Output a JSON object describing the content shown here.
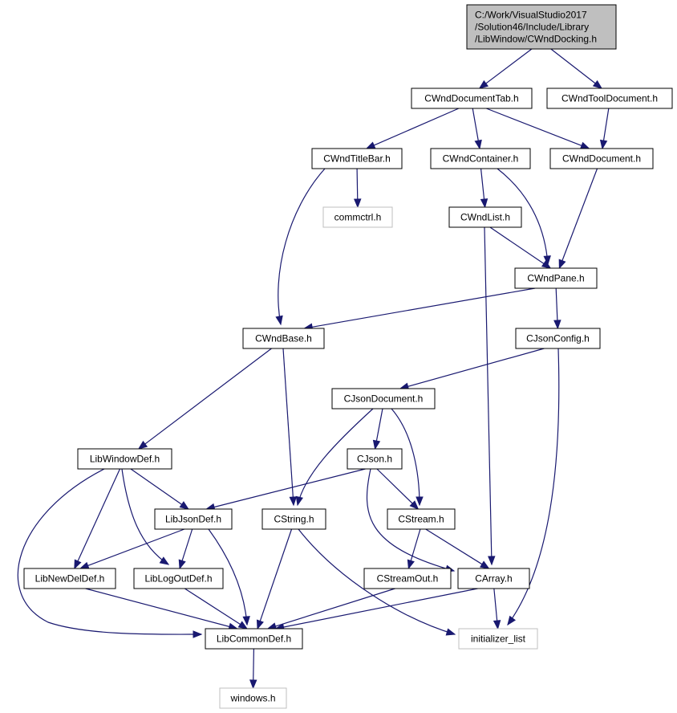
{
  "colors": {
    "edge": "#191970",
    "root_fill": "#bfbfbf",
    "node_fill": "#ffffff",
    "node_border": "#000000",
    "external_border": "#bfbfbf"
  },
  "nodes": [
    {
      "id": "root",
      "label": "C:/Work/VisualStudio2017\n/Solution46/Include/Library\n/LibWindow/CWndDocking.h",
      "kind": "root"
    },
    {
      "id": "CWndDocumentTab",
      "label": "CWndDocumentTab.h",
      "kind": "file"
    },
    {
      "id": "CWndToolDocument",
      "label": "CWndToolDocument.h",
      "kind": "file"
    },
    {
      "id": "CWndTitleBar",
      "label": "CWndTitleBar.h",
      "kind": "file"
    },
    {
      "id": "CWndContainer",
      "label": "CWndContainer.h",
      "kind": "file"
    },
    {
      "id": "CWndDocument",
      "label": "CWndDocument.h",
      "kind": "file"
    },
    {
      "id": "commctrl",
      "label": "commctrl.h",
      "kind": "external"
    },
    {
      "id": "CWndList",
      "label": "CWndList.h",
      "kind": "file"
    },
    {
      "id": "CWndPane",
      "label": "CWndPane.h",
      "kind": "file"
    },
    {
      "id": "CWndBase",
      "label": "CWndBase.h",
      "kind": "file"
    },
    {
      "id": "CJsonConfig",
      "label": "CJsonConfig.h",
      "kind": "file"
    },
    {
      "id": "CJsonDocument",
      "label": "CJsonDocument.h",
      "kind": "file"
    },
    {
      "id": "LibWindowDef",
      "label": "LibWindowDef.h",
      "kind": "file"
    },
    {
      "id": "CJson",
      "label": "CJson.h",
      "kind": "file"
    },
    {
      "id": "LibJsonDef",
      "label": "LibJsonDef.h",
      "kind": "file"
    },
    {
      "id": "CString",
      "label": "CString.h",
      "kind": "file"
    },
    {
      "id": "CStream",
      "label": "CStream.h",
      "kind": "file"
    },
    {
      "id": "LibNewDelDef",
      "label": "LibNewDelDef.h",
      "kind": "file"
    },
    {
      "id": "LibLogOutDef",
      "label": "LibLogOutDef.h",
      "kind": "file"
    },
    {
      "id": "CStreamOut",
      "label": "CStreamOut.h",
      "kind": "file"
    },
    {
      "id": "CArray",
      "label": "CArray.h",
      "kind": "file"
    },
    {
      "id": "LibCommonDef",
      "label": "LibCommonDef.h",
      "kind": "file"
    },
    {
      "id": "initializer_list",
      "label": "initializer_list",
      "kind": "external"
    },
    {
      "id": "windows",
      "label": "windows.h",
      "kind": "external"
    }
  ],
  "edges": [
    [
      "root",
      "CWndDocumentTab"
    ],
    [
      "root",
      "CWndToolDocument"
    ],
    [
      "CWndDocumentTab",
      "CWndTitleBar"
    ],
    [
      "CWndDocumentTab",
      "CWndContainer"
    ],
    [
      "CWndDocumentTab",
      "CWndDocument"
    ],
    [
      "CWndToolDocument",
      "CWndDocument"
    ],
    [
      "CWndTitleBar",
      "commctrl"
    ],
    [
      "CWndTitleBar",
      "CWndBase"
    ],
    [
      "CWndContainer",
      "CWndList"
    ],
    [
      "CWndContainer",
      "CWndPane"
    ],
    [
      "CWndDocument",
      "CWndPane"
    ],
    [
      "CWndList",
      "CWndPane"
    ],
    [
      "CWndList",
      "CArray"
    ],
    [
      "CWndPane",
      "CWndBase"
    ],
    [
      "CWndPane",
      "CJsonConfig"
    ],
    [
      "CWndBase",
      "LibWindowDef"
    ],
    [
      "CWndBase",
      "CString"
    ],
    [
      "CJsonConfig",
      "CJsonDocument"
    ],
    [
      "CJsonConfig",
      "initializer_list"
    ],
    [
      "CJsonDocument",
      "CJson"
    ],
    [
      "CJsonDocument",
      "CString"
    ],
    [
      "CJsonDocument",
      "CStream"
    ],
    [
      "LibWindowDef",
      "LibJsonDef"
    ],
    [
      "LibWindowDef",
      "LibNewDelDef"
    ],
    [
      "LibWindowDef",
      "LibLogOutDef"
    ],
    [
      "LibWindowDef",
      "LibCommonDef"
    ],
    [
      "CJson",
      "LibJsonDef"
    ],
    [
      "CJson",
      "CStream"
    ],
    [
      "CJson",
      "CArray"
    ],
    [
      "LibJsonDef",
      "LibNewDelDef"
    ],
    [
      "LibJsonDef",
      "LibLogOutDef"
    ],
    [
      "LibJsonDef",
      "LibCommonDef"
    ],
    [
      "CString",
      "LibCommonDef"
    ],
    [
      "CString",
      "initializer_list"
    ],
    [
      "CStream",
      "CStreamOut"
    ],
    [
      "CStream",
      "CArray"
    ],
    [
      "LibNewDelDef",
      "LibCommonDef"
    ],
    [
      "LibLogOutDef",
      "LibCommonDef"
    ],
    [
      "CStreamOut",
      "LibCommonDef"
    ],
    [
      "CArray",
      "LibCommonDef"
    ],
    [
      "CArray",
      "initializer_list"
    ],
    [
      "LibCommonDef",
      "windows"
    ]
  ]
}
